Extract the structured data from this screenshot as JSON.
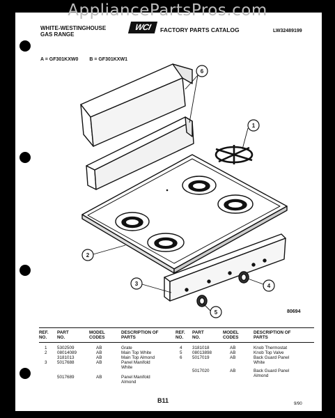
{
  "watermark": "AppliancePartsPros.com",
  "header": {
    "brand_line1": "WHITE-WESTINGHOUSE",
    "brand_line2": "GAS RANGE",
    "logo_text": "WCI",
    "catalog_title": "FACTORY PARTS CATALOG",
    "doc_number": "LW32489199"
  },
  "models": {
    "a": "A = GF301KXW0",
    "b": "B = GF301KXW1"
  },
  "callouts": [
    "1",
    "2",
    "3",
    "4",
    "5",
    "6"
  ],
  "diagram_number": "80694",
  "table": {
    "headers": {
      "ref": "REF. NO.",
      "part": "PART NO.",
      "model": "MODEL CODES",
      "desc": "DESCRIPTION OF PARTS"
    },
    "left_rows": [
      {
        "ref": "1",
        "part": "5302509",
        "model": "AB",
        "desc": "Grate"
      },
      {
        "ref": "2",
        "part": "08014089",
        "model": "AB",
        "desc": "Main Top White"
      },
      {
        "ref": "",
        "part": "3181013",
        "model": "AB",
        "desc": "Main Top Almond"
      },
      {
        "ref": "3",
        "part": "5017688",
        "model": "AB",
        "desc": "Panel Manifold White"
      },
      {
        "ref": "",
        "part": "5017689",
        "model": "AB",
        "desc": "Panel Manifold Almond"
      }
    ],
    "right_rows": [
      {
        "ref": "4",
        "part": "3181018",
        "model": "AB",
        "desc": "Knob Thermostat"
      },
      {
        "ref": "5",
        "part": "08013898",
        "model": "AB",
        "desc": "Knob Top Valve"
      },
      {
        "ref": "6",
        "part": "5017019",
        "model": "AB",
        "desc": "Back Guard Panel White"
      },
      {
        "ref": "",
        "part": "5017020",
        "model": "AB",
        "desc": "Back Guard Panel Almond"
      }
    ]
  },
  "page_number": "B11",
  "date_code": "9/90"
}
